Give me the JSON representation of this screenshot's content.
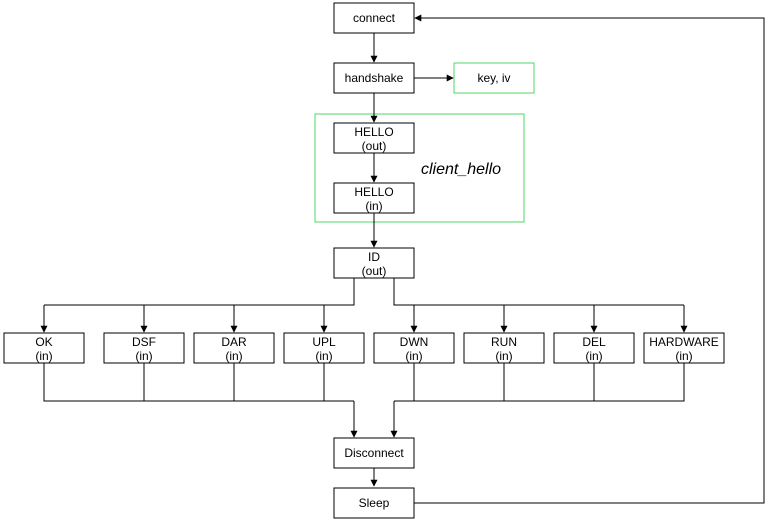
{
  "colors": {
    "stroke": "#000000",
    "group_border": "#4cd964",
    "background": "#ffffff"
  },
  "group": {
    "label": "client_hello"
  },
  "nodes": {
    "connect": {
      "label": "connect"
    },
    "handshake": {
      "label": "handshake"
    },
    "key_iv": {
      "label": "key, iv"
    },
    "hello_out": {
      "line1": "HELLO",
      "line2": "(out)"
    },
    "hello_in": {
      "line1": "HELLO",
      "line2": "(in)"
    },
    "id_out": {
      "line1": "ID",
      "line2": "(out)"
    },
    "ok": {
      "line1": "OK",
      "line2": "(in)"
    },
    "dsf": {
      "line1": "DSF",
      "line2": "(in)"
    },
    "dar": {
      "line1": "DAR",
      "line2": "(in)"
    },
    "upl": {
      "line1": "UPL",
      "line2": "(in)"
    },
    "dwn": {
      "line1": "DWN",
      "line2": "(in)"
    },
    "run": {
      "line1": "RUN",
      "line2": "(in)"
    },
    "del": {
      "line1": "DEL",
      "line2": "(in)"
    },
    "hardware": {
      "line1": "HARDWARE",
      "line2": "(in)"
    },
    "disconnect": {
      "label": "Disconnect"
    },
    "sleep": {
      "label": "Sleep"
    }
  }
}
